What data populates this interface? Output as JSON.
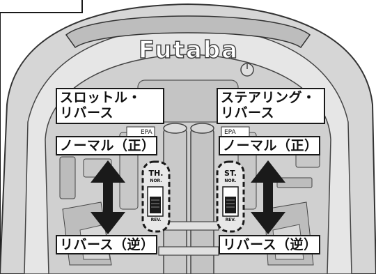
{
  "brand": {
    "logo_text": "Futaba"
  },
  "throttle": {
    "title_line1": "スロットル・",
    "title_line2": "リバース",
    "normal_label": "ノーマル（正）",
    "reverse_label": "リバース（逆）",
    "switch": {
      "name": "TH.",
      "top": "NOR.",
      "bottom": "REV."
    }
  },
  "steering": {
    "title_line1": "ステアリング・",
    "title_line2": "リバース",
    "normal_label": "ノーマル（正）",
    "reverse_label": "リバース（逆）",
    "switch": {
      "name": "ST.",
      "top": "NOR.",
      "bottom": "REV."
    }
  },
  "panel": {
    "epa_left": "EPA",
    "epa_right": "EPA"
  },
  "colors": {
    "body_gray": "#d9d9d9",
    "dark": "#1a1a1a",
    "battery": "#c9c9c9"
  }
}
